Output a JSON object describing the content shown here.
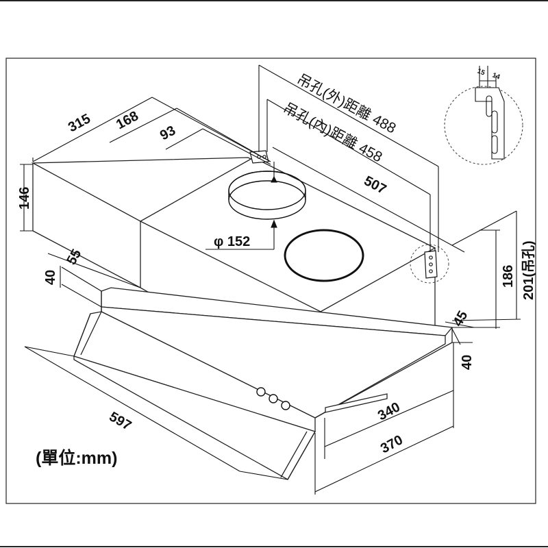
{
  "unit_label": "(單位:mm)",
  "dimensions": {
    "overall_width": "597",
    "body_width": "315",
    "offset_168": "168",
    "offset_93": "93",
    "body_height": "146",
    "dim_55": "55",
    "dim_40_left": "40",
    "duct_diameter": "φ 152",
    "depth_507": "507",
    "outer_hole_distance": "吊孔(外)距離 488",
    "inner_hole_distance": "吊孔(內)距離 458",
    "height_186": "186",
    "height_201": "201(吊孔)",
    "dim_45": "45",
    "dim_40_right": "40",
    "depth_340": "340",
    "depth_370": "370",
    "bracket_15": "15",
    "bracket_14": "14"
  }
}
